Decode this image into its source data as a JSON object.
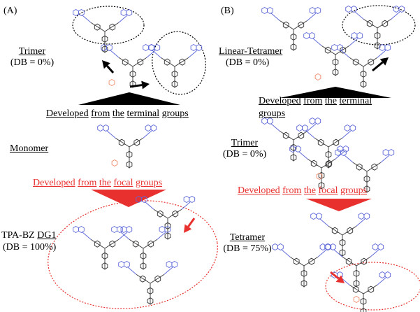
{
  "panel_a": {
    "tag": "(A)",
    "trimer": {
      "name": "Trimer",
      "db": "(DB = 0%)"
    },
    "dev_terminal": {
      "w1": "Developed",
      "w2": "from",
      "w3": "the",
      "w4": "terminal",
      "w5": "groups"
    },
    "monomer": {
      "name": "Monomer"
    },
    "dev_focal": {
      "w1": "Developed",
      "w2": "from",
      "w3": "the",
      "w4": "focal",
      "w5": "groups"
    },
    "product": {
      "name_a": "TPA-BZ",
      "name_b": "DG1",
      "db": "(DB = 100%)"
    }
  },
  "panel_b": {
    "tag": "(B)",
    "linear_tetramer": {
      "name": "Linear-Tetramer",
      "db": "(DB = 0%)"
    },
    "dev_terminal": {
      "w1": "Developed",
      "w2": "from",
      "w3": "the",
      "w4": "terminal",
      "w5": "groups"
    },
    "trimer": {
      "name": "Trimer",
      "db": "(DB = 0%)"
    },
    "dev_focal": {
      "w1": "Developed",
      "w2": "from",
      "w3": "the",
      "w4": "focal",
      "w5": "groups"
    },
    "tetramer": {
      "name": "Tetramer",
      "db": "(DB = 75%)"
    }
  },
  "colors": {
    "black": "#000000",
    "red": "#e8312f",
    "molecule_blue": "#5b67d8",
    "molecule_dark": "#333333",
    "focal_group": "#f08a6a"
  }
}
